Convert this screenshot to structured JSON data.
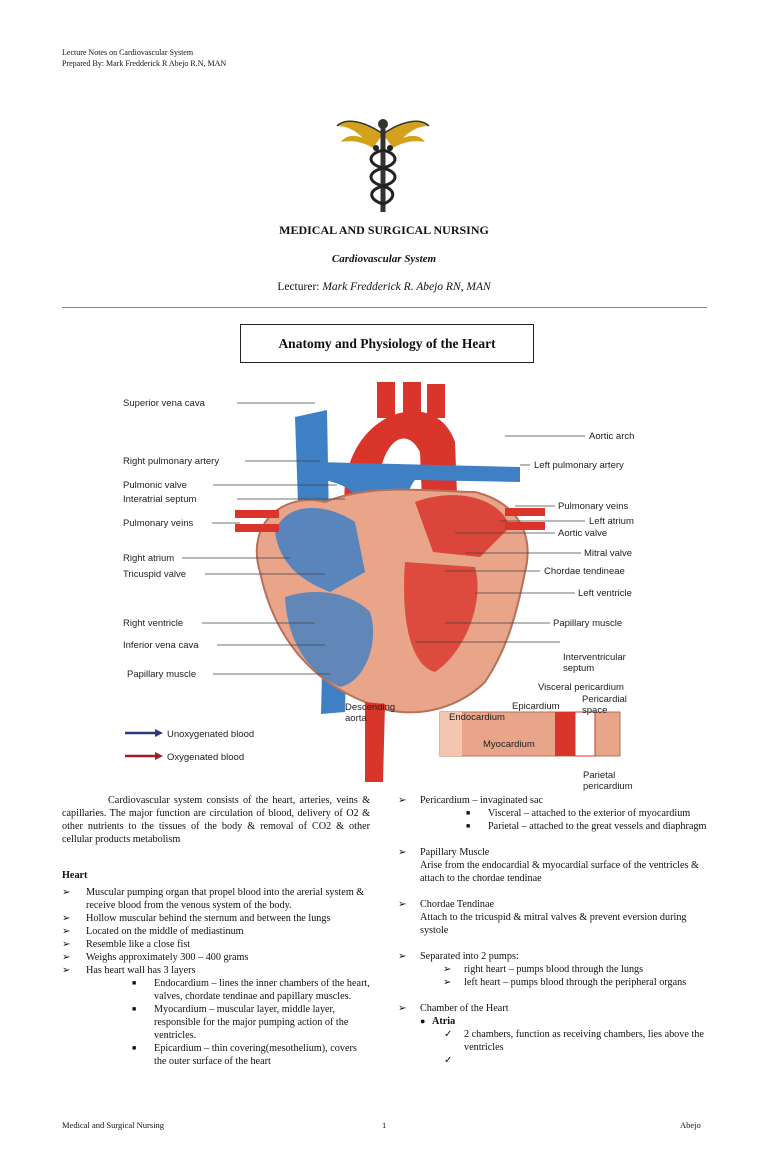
{
  "header": {
    "line1": "Lecture Notes on Cardiovascular System",
    "line2": "Prepared By: Mark Fredderick R Abejo R.N, MAN"
  },
  "title": "MEDICAL AND SURGICAL NURSING",
  "subtitle": "Cardiovascular System",
  "lecturer_label": "Lecturer:",
  "lecturer_name": "Mark Fredderick R. Abejo RN, MAN",
  "section_title": "Anatomy and Physiology of the Heart",
  "diagram": {
    "labels_left": [
      "Superior vena cava",
      "Right pulmonary artery",
      "Pulmonic valve",
      "Interatrial septum",
      "Pulmonary veins",
      "Right atrium",
      "Tricuspid valve",
      "Right ventricle",
      "Inferior vena cava",
      "Papillary muscle"
    ],
    "labels_right": [
      "Aortic arch",
      "Left pulmonary artery",
      "Pulmonary veins",
      "Left atrium",
      "Aortic valve",
      "Mitral valve",
      "Chordae tendineae",
      "Left ventricle",
      "Papillary muscle",
      "Interventricular",
      "septum",
      "Visceral pericardium",
      "Pericardial",
      "space",
      "Epicardium",
      "Endocardium",
      "Myocardium",
      "Parietal",
      "pericardium"
    ],
    "descending1": "Descending",
    "descending2": "aorta",
    "legend_unox": "Unoxygenated blood",
    "legend_ox": "Oxygenated blood",
    "colors": {
      "oxygenated": "#d9352b",
      "unoxygenated": "#3f7fc4",
      "muscle": "#e8a58a"
    }
  },
  "left": {
    "intro": "Cardiovascular system consists of the heart, arteries, veins & capillaries. The major function are circulation of blood, delivery of O2 & other nutrients to the tissues of the body & removal of CO2 & other cellular products metabolism",
    "heading": "Heart",
    "items": [
      "Muscular pumping organ that propel blood into the arerial system & receive blood from the venous system of the body.",
      "Hollow muscular behind the sternum and between the lungs",
      "Located on the middle of mediastinum",
      "Resemble like a close fist",
      "Weighs approximately 300 – 400 grams",
      "Has heart wall has 3 layers"
    ],
    "layers": [
      "Endocardium – lines the inner chambers of the heart, valves, chordate tendinae and papillary muscles.",
      "Myocardium – muscular layer, middle layer, responsible for the major pumping action of the ventricles.",
      "Epicardium – thin covering(mesothelium), covers the outer surface of the heart"
    ]
  },
  "right": {
    "pericardium": "Pericardium – invaginated sac",
    "peri_sub": [
      "Visceral – attached to the exterior of myocardium",
      "Parietal – attached to the great vessels and diaphragm"
    ],
    "papillary_title": "Papillary Muscle",
    "papillary_text": "Arise from the endocardial & myocardial surface of the ventricles & attach to the chordae tendinae",
    "chordae_title": "Chordae Tendinae",
    "chordae_text": "Attach to the tricuspid & mitral valves & prevent eversion during systole",
    "pumps": "Separated into 2 pumps:",
    "pumps_sub": [
      "right heart – pumps blood through the lungs",
      "left heart – pumps blood through the peripheral organs"
    ],
    "chamber": "Chamber of the Heart",
    "atria": "Atria",
    "atria_sub": "2 chambers, function as receiving chambers, lies above the ventricles"
  },
  "footer": {
    "left": "Medical and Surgical Nursing",
    "center": "1",
    "right": "Abejo"
  }
}
